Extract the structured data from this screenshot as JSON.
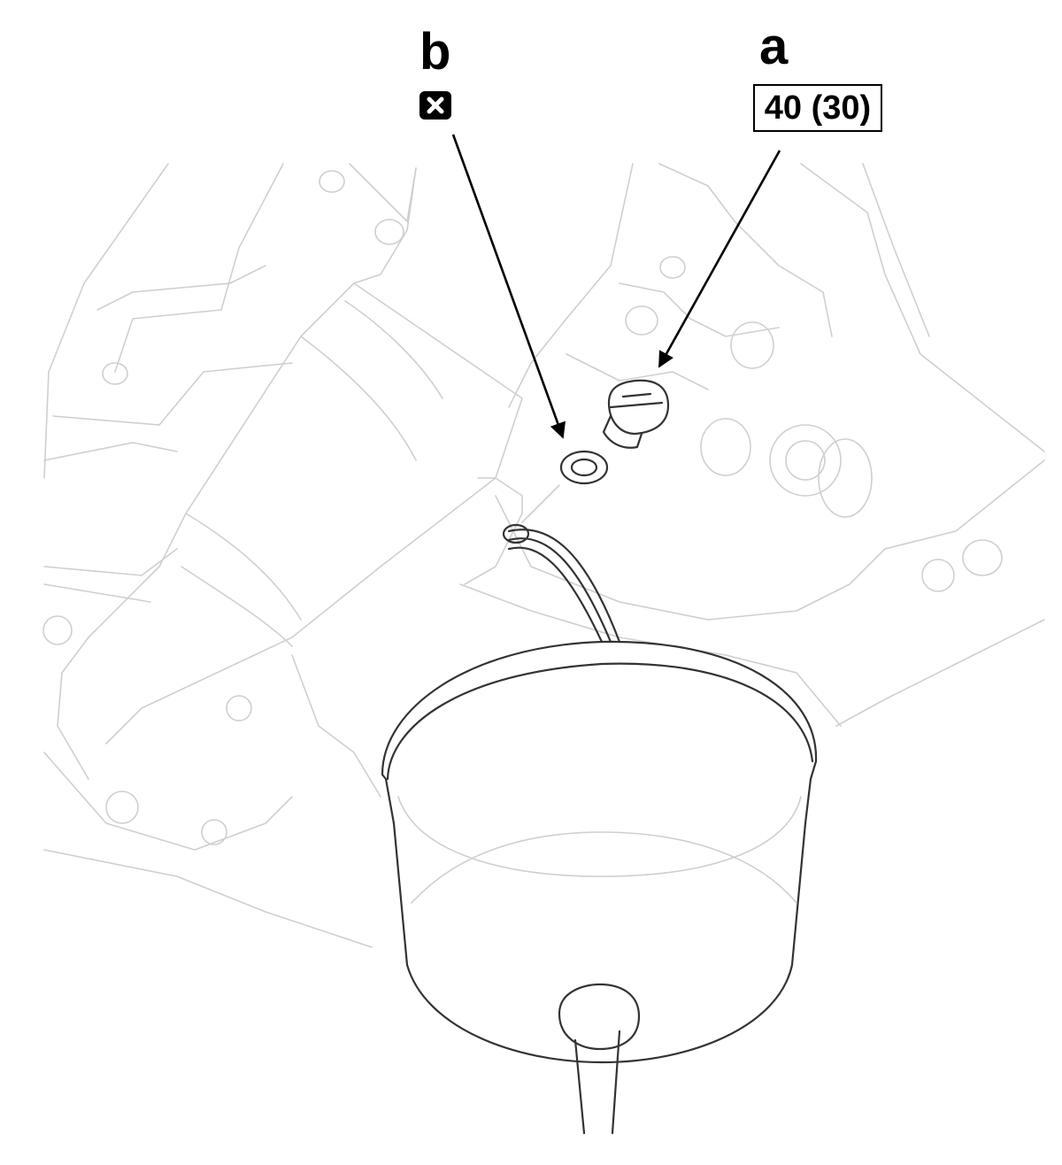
{
  "callouts": {
    "b": {
      "letter": "b",
      "symbol": "replace-icon"
    },
    "a": {
      "letter": "a",
      "torque": "40 (30)"
    }
  },
  "colors": {
    "ink": "#000000",
    "linework": "#cfcfcf",
    "part": "#333333"
  }
}
